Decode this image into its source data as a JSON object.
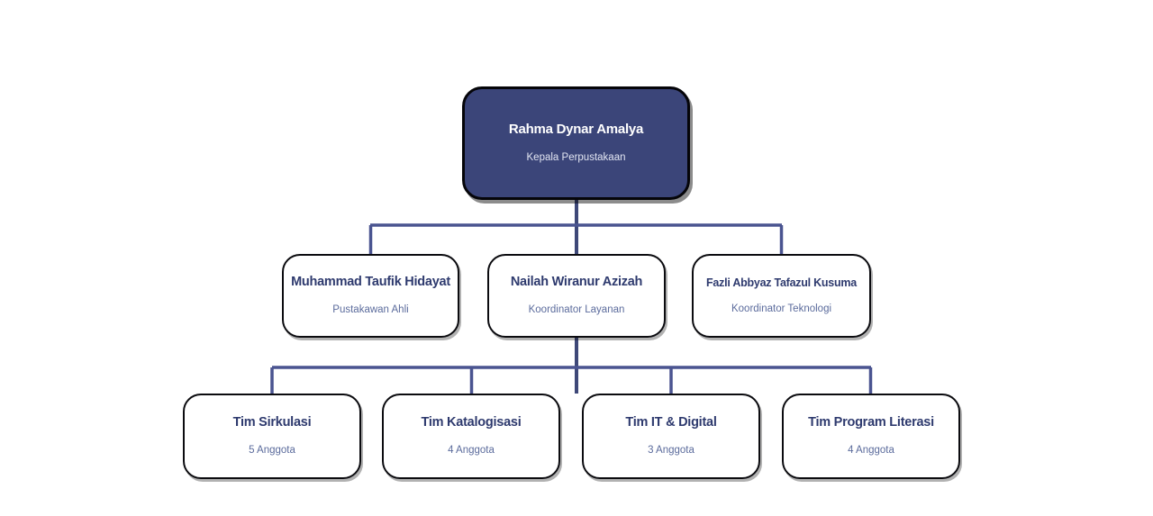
{
  "chart": {
    "type": "org-chart",
    "background_color": "#ffffff",
    "accent_color": "#4a5490",
    "root_fill_color": "#3b4579",
    "title_color": "#2e3a6e",
    "subtitle_color": "#5b6b9c",
    "border_color": "#0b0b0f"
  },
  "levels": {
    "root": {
      "name": "Rahma Dynar Amalya",
      "role": "Kepala Perpustakaan"
    },
    "level2": [
      {
        "name": "Muhammad Taufik Hidayat",
        "role": "Pustakawan Ahli"
      },
      {
        "name": "Nailah Wiranur Azizah",
        "role": "Koordinator Layanan"
      },
      {
        "name": "Fazli Abbyaz Tafazul Kusuma",
        "role": "Koordinator Teknologi"
      }
    ],
    "level3": [
      {
        "name": "Tim Sirkulasi",
        "role": "5 Anggota"
      },
      {
        "name": "Tim Katalogisasi",
        "role": "4 Anggota"
      },
      {
        "name": "Tim IT & Digital",
        "role": "3 Anggota"
      },
      {
        "name": "Tim Program Literasi",
        "role": "4 Anggota"
      }
    ]
  }
}
